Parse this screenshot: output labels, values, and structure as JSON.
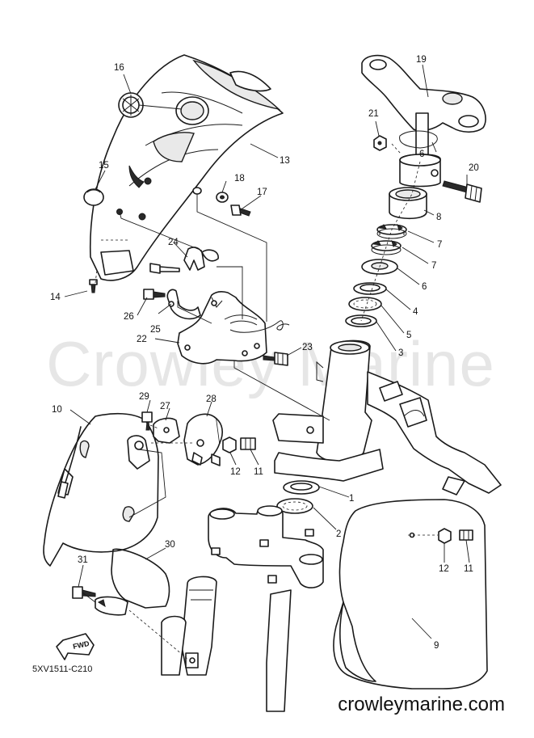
{
  "watermark": "Crowley Marine",
  "diagram_code": "5XV1511-C210",
  "site_url": "crowleymarine.com",
  "fwd_label": "FWD",
  "callouts": [
    {
      "id": "c1",
      "label": "1"
    },
    {
      "id": "c2",
      "label": "2"
    },
    {
      "id": "c3",
      "label": "3"
    },
    {
      "id": "c4",
      "label": "4"
    },
    {
      "id": "c5",
      "label": "5"
    },
    {
      "id": "c6a",
      "label": "6"
    },
    {
      "id": "c6b",
      "label": "6"
    },
    {
      "id": "c7a",
      "label": "7"
    },
    {
      "id": "c7b",
      "label": "7"
    },
    {
      "id": "c8",
      "label": "8"
    },
    {
      "id": "c9",
      "label": "9"
    },
    {
      "id": "c10",
      "label": "10"
    },
    {
      "id": "c11a",
      "label": "11"
    },
    {
      "id": "c11b",
      "label": "11"
    },
    {
      "id": "c12a",
      "label": "12"
    },
    {
      "id": "c12b",
      "label": "12"
    },
    {
      "id": "c13",
      "label": "13"
    },
    {
      "id": "c14",
      "label": "14"
    },
    {
      "id": "c15",
      "label": "15"
    },
    {
      "id": "c16",
      "label": "16"
    },
    {
      "id": "c17",
      "label": "17"
    },
    {
      "id": "c18",
      "label": "18"
    },
    {
      "id": "c19",
      "label": "19"
    },
    {
      "id": "c20",
      "label": "20"
    },
    {
      "id": "c21",
      "label": "21"
    },
    {
      "id": "c22",
      "label": "22"
    },
    {
      "id": "c23",
      "label": "23"
    },
    {
      "id": "c24",
      "label": "24"
    },
    {
      "id": "c25",
      "label": "25"
    },
    {
      "id": "c26",
      "label": "26"
    },
    {
      "id": "c27",
      "label": "27"
    },
    {
      "id": "c28",
      "label": "28"
    },
    {
      "id": "c29",
      "label": "29"
    },
    {
      "id": "c30",
      "label": "30"
    },
    {
      "id": "c31",
      "label": "31"
    }
  ]
}
